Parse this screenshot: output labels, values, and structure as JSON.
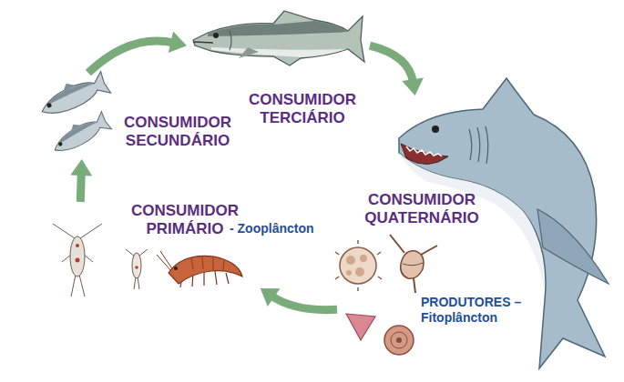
{
  "diagram": {
    "nodes": [
      {
        "text": [
          "CONSUMIDOR SECUNDÁRIO"
        ]
      },
      {
        "text": [
          "CONSUMIDOR TERCIÁRIO"
        ]
      },
      {
        "text": [
          "CONSUMIDOR QUATERNÁRIO"
        ]
      },
      {
        "text": [
          "CONSUMIDOR PRIMÁRIO",
          "- Zooplâncton"
        ]
      },
      {
        "text": [
          "PRODUTORES – Fitoplâncton"
        ]
      }
    ],
    "edges": [
      {
        "from": 4,
        "to": 3,
        "arrow": "to"
      },
      {
        "from": 3,
        "to": 0,
        "arrow": "to"
      },
      {
        "from": 0,
        "to": 1,
        "arrow": "to"
      },
      {
        "from": 1,
        "to": 2,
        "arrow": "to"
      }
    ]
  }
}
